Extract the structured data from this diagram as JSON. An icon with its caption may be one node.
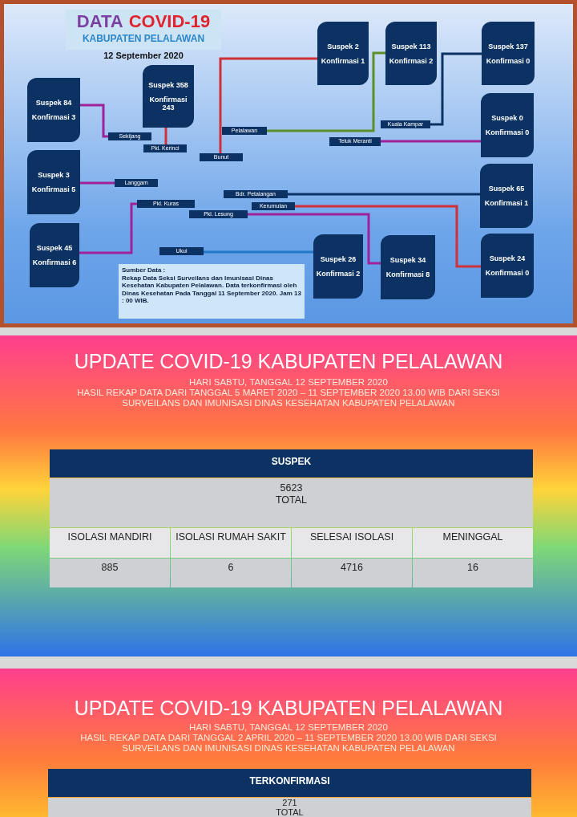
{
  "diagram": {
    "nodes": [
      {
        "text": [
          "Suspek 84",
          "Konfirmasi 3"
        ]
      },
      {
        "text": [
          "Suspek 358",
          "Konfirmasi 243"
        ]
      },
      {
        "text": [
          "Suspek 2",
          "Konfirmasi 1"
        ]
      },
      {
        "text": [
          "Suspek 113",
          "Konfirmasi 2"
        ]
      },
      {
        "text": [
          "Suspek 137",
          "Konfirmasi 0"
        ]
      },
      {
        "text": [
          "Sekijang"
        ]
      },
      {
        "text": [
          "Pkl. Kerinci"
        ]
      },
      {
        "text": [
          "Bunut"
        ]
      },
      {
        "text": [
          "Pelalawan"
        ]
      },
      {
        "text": [
          "Kuala Kampar"
        ]
      },
      {
        "text": [
          "Teluk Meranti"
        ]
      },
      {
        "text": [
          "Suspek 0",
          "Konfirmasi 0"
        ]
      },
      {
        "text": [
          "Suspek 3",
          "Konfirmasi 5"
        ]
      },
      {
        "text": [
          "Langgam"
        ]
      },
      {
        "text": [
          "Bdr. Petalangan"
        ]
      },
      {
        "text": [
          "Pkl. Kuras"
        ]
      },
      {
        "text": [
          "Kerumutan"
        ]
      },
      {
        "text": [
          "Pkl. Lesung"
        ]
      },
      {
        "text": [
          "Suspek 65",
          "Konfirmasi 1"
        ]
      },
      {
        "text": [
          "Suspek 45",
          "Konfirmasi 6"
        ]
      },
      {
        "text": [
          "Ukui"
        ]
      },
      {
        "text": [
          "Suspek 26",
          "Konfirmasi 2"
        ]
      },
      {
        "text": [
          "Suspek 34",
          "Konfirmasi 8"
        ]
      },
      {
        "text": [
          "Suspek 24",
          "Konfirmasi 0"
        ]
      },
      {
        "text": [
          "Sumber Data :",
          "Rekap Data Seksi Surveilans dan Imunisasi Dinas Kesehatan Kabupaten Pelalawan. Data terkonfirmasi oleh Dinas Kesehatan Pada Tanggal 11 September 2020. Jam 13 : 00 WIB."
        ]
      }
    ],
    "edges": [
      {
        "from": 0,
        "to": 5,
        "arrow": "none"
      },
      {
        "from": 1,
        "to": 6,
        "arrow": "none",
        "color": "#d03038"
      },
      {
        "from": 2,
        "to": 7,
        "arrow": "none",
        "color": "#d03038"
      },
      {
        "from": 3,
        "to": 8,
        "arrow": "none",
        "color": "#5a8f2a"
      },
      {
        "from": 4,
        "to": 9,
        "arrow": "none",
        "color": "#0c3263"
      },
      {
        "from": 11,
        "to": 10,
        "arrow": "none"
      },
      {
        "from": 12,
        "to": 13,
        "arrow": "none"
      },
      {
        "from": 19,
        "to": 15,
        "arrow": "none"
      },
      {
        "from": 18,
        "to": 14,
        "arrow": "none",
        "color": "#0c3263"
      },
      {
        "from": 23,
        "to": 16,
        "arrow": "none",
        "color": "#d03038"
      },
      {
        "from": 22,
        "to": 17,
        "arrow": "none"
      },
      {
        "from": 21,
        "to": 20,
        "arrow": "none",
        "color": "#1f78c8"
      }
    ],
    "labels": [
      "DATA",
      "COVID-19",
      "KABUPATEN PELALAWAN",
      "12 September 2020",
      "UPDATE COVID-19 KABUPATEN PELALAWAN",
      "HARI SABTU, TANGGAL 12 SEPTEMBER 2020",
      "HASIL REKAP DATA DARI TANGGAL 5 MARET 2020 – 11 SEPTEMBER 2020 13.00 WIB DARI SEKSI SURVEILANS DAN IMUNISASI DINAS KESEHATAN KABUPATEN PELALAWAN",
      "SUSPEK",
      "5623",
      "TOTAL",
      "ISOLASI MANDIRI",
      "ISOLASI RUMAH SAKIT",
      "SELESAI ISOLASI",
      "MENINGGAL",
      "885",
      "6",
      "4716",
      "16",
      "UPDATE COVID-19 KABUPATEN PELALAWAN",
      "HARI SABTU, TANGGAL 12 SEPTEMBER 2020",
      "HASIL REKAP DATA DARI TANGGAL 2 APRIL 2020 – 11 SEPTEMBER 2020 13.00 WIB DARI SEKSI SURVEILANS DAN IMUNISASI DINAS KESEHATAN KABUPATEN PELALAWAN",
      "TERKONFIRMASI",
      "271",
      "TOTAL"
    ]
  }
}
